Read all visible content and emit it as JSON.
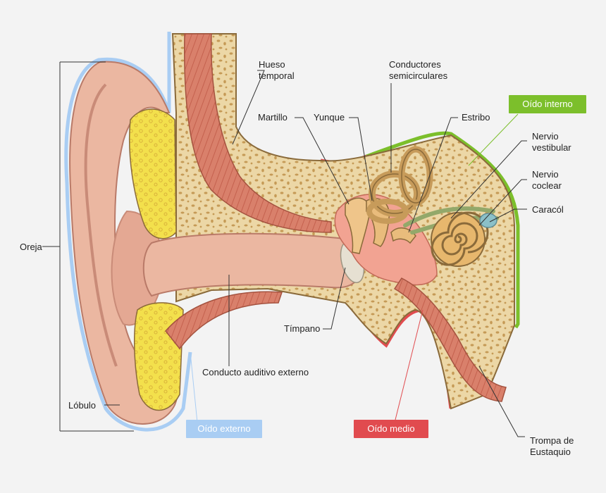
{
  "labels": {
    "hueso_temporal": "Hueso\ntemporal",
    "conductores": "Conductores\nsemicirculares",
    "martillo": "Martillo",
    "yunque": "Yunque",
    "estribo": "Estribo",
    "nervio_vestibular": "Nervio\nvestibular",
    "nervio_coclear": "Nervio\ncoclear",
    "caracol": "Caracól",
    "oreja": "Oreja",
    "timpano": "Tímpano",
    "conducto": "Conducto auditivo externo",
    "lobulo": "Lóbulo",
    "trompa": "Trompa de\nEustaquio"
  },
  "sections": {
    "externo": "Oído externo",
    "medio": "Oído medio",
    "interno": "Oído interno"
  },
  "colors": {
    "externo": "#a9cdf3",
    "medio": "#e14b4f",
    "interno": "#7cbf2b",
    "bone": "#e8cf9a",
    "cartilage": "#f1df4a",
    "skin": "#ebb7a1",
    "muscle": "#d67760"
  }
}
